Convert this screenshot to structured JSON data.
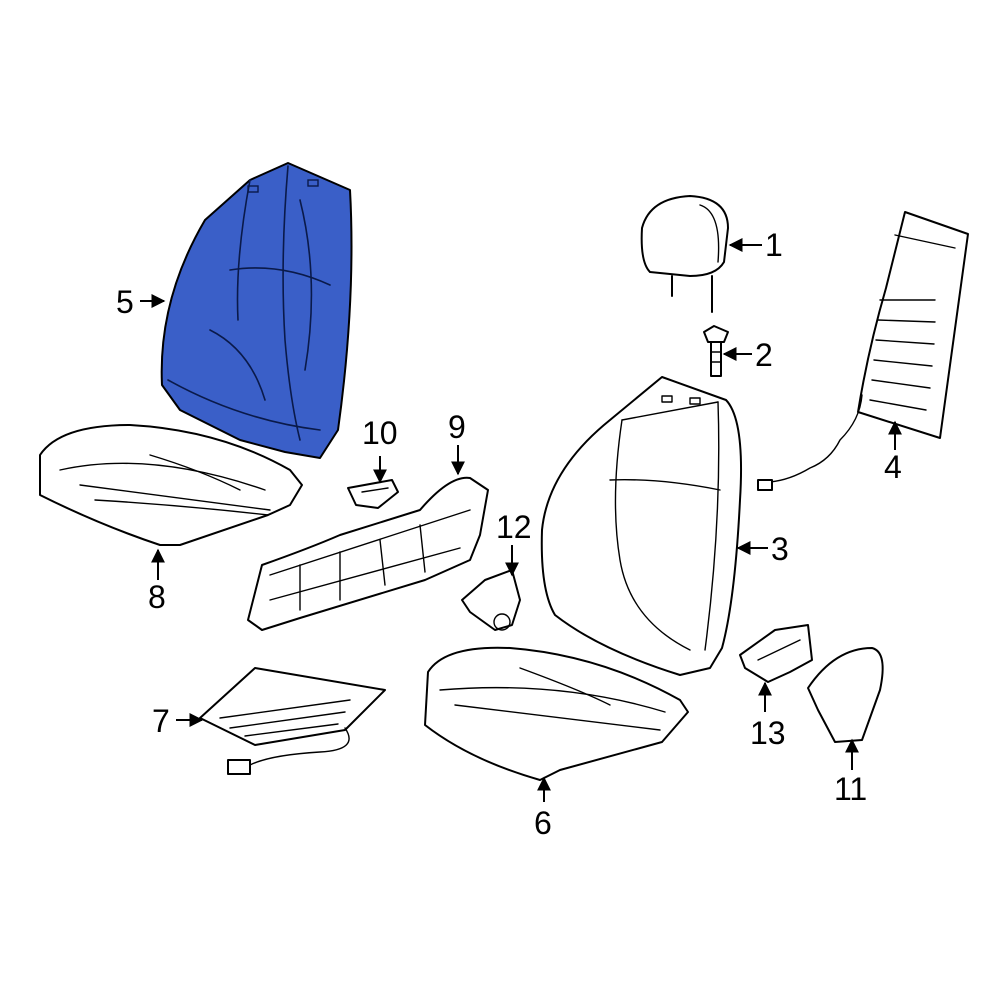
{
  "diagram": {
    "highlight_color": "#3a5fc8",
    "callouts": [
      {
        "id": "1",
        "label": "1"
      },
      {
        "id": "2",
        "label": "2"
      },
      {
        "id": "3",
        "label": "3"
      },
      {
        "id": "4",
        "label": "4"
      },
      {
        "id": "5",
        "label": "5"
      },
      {
        "id": "6",
        "label": "6"
      },
      {
        "id": "7",
        "label": "7"
      },
      {
        "id": "8",
        "label": "8"
      },
      {
        "id": "9",
        "label": "9"
      },
      {
        "id": "10",
        "label": "10"
      },
      {
        "id": "11",
        "label": "11"
      },
      {
        "id": "12",
        "label": "12"
      },
      {
        "id": "13",
        "label": "13"
      }
    ]
  }
}
